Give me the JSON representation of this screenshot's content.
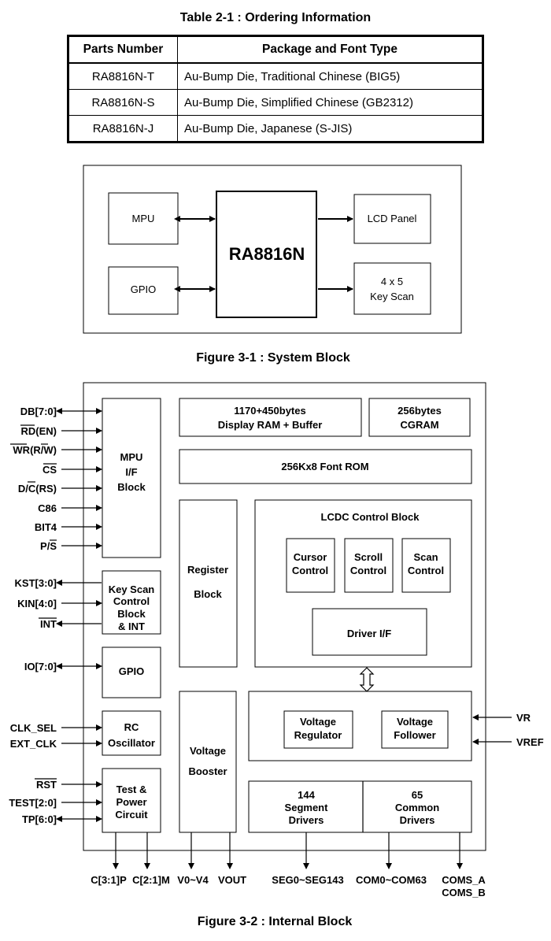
{
  "table": {
    "caption": "Table 2-1 : Ordering Information",
    "headers": [
      "Parts Number",
      "Package and Font Type"
    ],
    "rows": [
      [
        "RA8816N-T",
        "Au-Bump Die, Traditional Chinese (BIG5)"
      ],
      [
        "RA8816N-S",
        "Au-Bump Die, Simplified Chinese (GB2312)"
      ],
      [
        "RA8816N-J",
        "Au-Bump Die, Japanese (S-JIS)"
      ]
    ]
  },
  "system_block": {
    "caption": "Figure 3-1 : System Block",
    "center": "RA8816N",
    "mpu": "MPU",
    "gpio": "GPIO",
    "lcd_panel": "LCD Panel",
    "key_scan_line1": "4 x 5",
    "key_scan_line2": "Key Scan"
  },
  "internal_block": {
    "caption": "Figure 3-2 : Internal Block",
    "left_pins": {
      "db": "DB[7:0]",
      "rd": "RD(EN)",
      "wr": "WR(R/W)",
      "cs": "CS",
      "dc": "D/C(RS)",
      "c86": "C86",
      "bit4": "BIT4",
      "ps": "P/S",
      "kst": "KST[3:0]",
      "kin": "KIN[4:0]",
      "int": "INT",
      "io": "IO[7:0]",
      "clk_sel": "CLK_SEL",
      "ext_clk": "EXT_CLK",
      "rst": "RST",
      "test": "TEST[2:0]",
      "tp": "TP[6:0]"
    },
    "right_pins": {
      "vr": "VR",
      "vref": "VREF"
    },
    "bottom_pins": {
      "c_p": "C[3:1]P",
      "c_m": "C[2:1]M",
      "v0v4": "V0~V4",
      "vout": "VOUT",
      "seg": "SEG0~SEG143",
      "com": "COM0~COM63",
      "coms_a": "COMS_A",
      "coms_b": "COMS_B"
    },
    "blocks": {
      "mpu_if": [
        "MPU",
        "I/F",
        "Block"
      ],
      "key_scan": [
        "Key Scan",
        "Control",
        "Block",
        "& INT"
      ],
      "gpio": "GPIO",
      "rc_osc": [
        "RC",
        "Oscillator"
      ],
      "test_power": [
        "Test &",
        "Power",
        "Circuit"
      ],
      "display_ram": [
        "1170+450bytes",
        "Display RAM + Buffer"
      ],
      "cgram": [
        "256bytes",
        "CGRAM"
      ],
      "font_rom": "256Kx8 Font ROM",
      "register": [
        "Register",
        "Block"
      ],
      "lcdc": "LCDC Control Block",
      "cursor": [
        "Cursor",
        "Control"
      ],
      "scroll": [
        "Scroll",
        "Control"
      ],
      "scan": [
        "Scan",
        "Control"
      ],
      "driver_if": "Driver I/F",
      "voltage_booster": [
        "Voltage",
        "Booster"
      ],
      "voltage_regulator": [
        "Voltage",
        "Regulator"
      ],
      "voltage_follower": [
        "Voltage",
        "Follower"
      ],
      "segment_drivers": [
        "144",
        "Segment",
        "Drivers"
      ],
      "common_drivers": [
        "65",
        "Common",
        "Drivers"
      ]
    }
  }
}
